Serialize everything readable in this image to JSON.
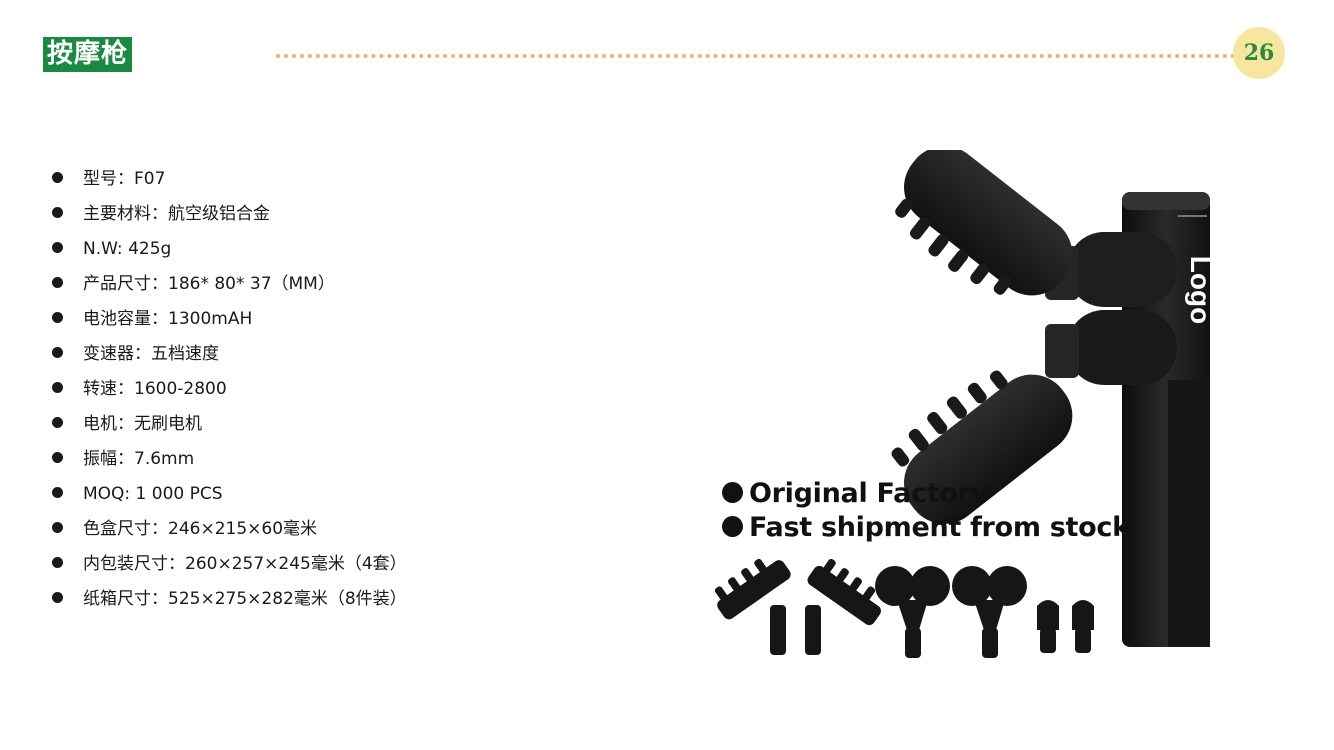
{
  "header": {
    "title": "按摩枪",
    "page_number": "26"
  },
  "specs": [
    "型号：F07",
    "主要材料：航空级铝合金",
    "N.W: 425g",
    "产品尺寸：186* 80* 37（MM）",
    "电池容量：1300mAH",
    "变速器：五档速度",
    "转速：1600-2800",
    "电机：无刷电机",
    "振幅：7.6mm",
    "MOQ: 1 000 PCS",
    "色盒尺寸：246×215×60毫米",
    "内包装尺寸：260×257×245毫米（4套）",
    "纸箱尺寸：525×275×282毫米（8件装）"
  ],
  "product": {
    "logo_text": "Logo",
    "features": [
      "Original Factory",
      "Fast shipment from stock"
    ],
    "body_color": "#1c1c1c"
  },
  "colors": {
    "title_bg": "#1a8a43",
    "dots": "#d9bf6c",
    "badge_bg": "#f6e6a0",
    "badge_text": "#2b8a3e"
  }
}
